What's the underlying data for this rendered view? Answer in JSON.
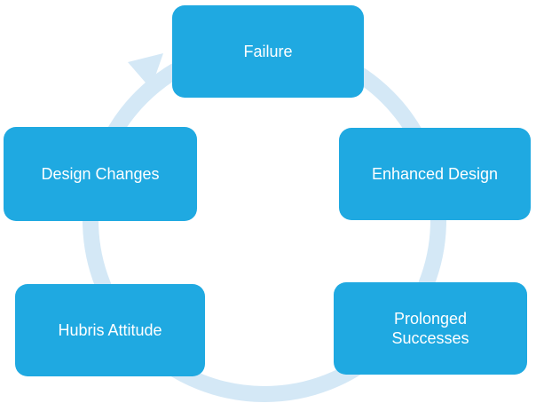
{
  "diagram": {
    "type": "cycle",
    "arrow_color": "#d4e8f6",
    "box_color": "#1fa9e1",
    "text_color": "#ffffff",
    "nodes": [
      {
        "id": "failure",
        "label": "Failure"
      },
      {
        "id": "enhanced-design",
        "label": "Enhanced Design"
      },
      {
        "id": "prolonged-successes",
        "label_line1": "Prolonged",
        "label_line2": "Successes"
      },
      {
        "id": "hubris-attitude",
        "label": "Hubris Attitude"
      },
      {
        "id": "design-changes",
        "label": "Design Changes"
      }
    ]
  }
}
